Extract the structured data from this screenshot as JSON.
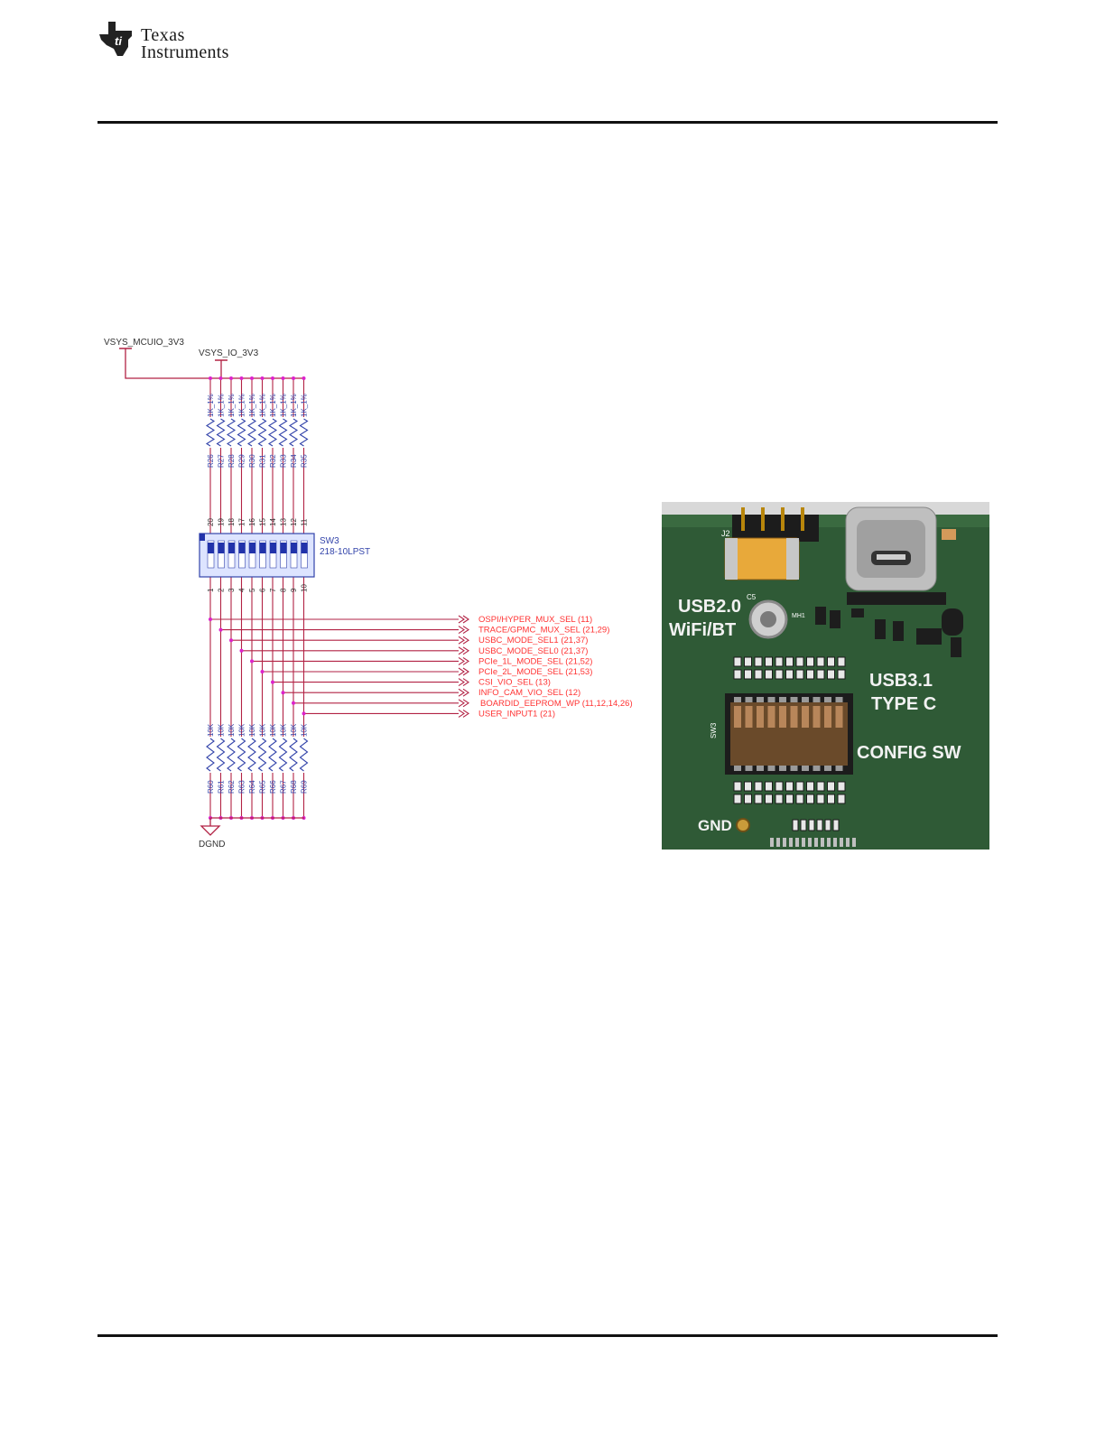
{
  "header": {
    "logo_line1": "Texas",
    "logo_line2": "Instruments"
  },
  "schematic": {
    "power_net_mcu": "VSYS_MCUIO_3V3",
    "power_net_io": "VSYS_IO_3V3",
    "ground_net": "DGND",
    "pullup_values": [
      "1K_1%",
      "1K_1%",
      "1K_1%",
      "1K_1%",
      "1K_1%",
      "1K_1%",
      "1K_1%",
      "1K_1%",
      "1K_1%",
      "1K_1%"
    ],
    "pullup_refs": [
      "R26",
      "R27",
      "R28",
      "R29",
      "R30",
      "R31",
      "R32",
      "R33",
      "R34",
      "R35"
    ],
    "pulldown_values": [
      "10K",
      "10K",
      "10K",
      "10K",
      "10K",
      "10K",
      "10K",
      "10K",
      "10K",
      "10K"
    ],
    "pulldown_refs": [
      "R60",
      "R61",
      "R62",
      "R63",
      "R64",
      "R65",
      "R66",
      "R67",
      "R68",
      "R69"
    ],
    "switch_ref": "SW3",
    "switch_part": "218-10LPST",
    "top_pins": [
      "20",
      "19",
      "18",
      "17",
      "16",
      "15",
      "14",
      "13",
      "12",
      "11"
    ],
    "bottom_pins": [
      "1",
      "2",
      "3",
      "4",
      "5",
      "6",
      "7",
      "8",
      "9",
      "10"
    ],
    "signals": [
      "OSPI/HYPER_MUX_SEL  (11)",
      "TRACE/GPMC_MUX_SEL  (21,29)",
      "USBC_MODE_SEL1  (21,37)",
      "USBC_MODE_SEL0  (21,37)",
      "PCIe_1L_MODE_SEL  (21,52)",
      "PCIe_2L_MODE_SEL  (21,53)",
      "CSI_VIO_SEL  (13)",
      "INFO_CAM_VIO_SEL  (12)",
      "BOARDID_EEPROM_WP  (11,12,14,26)",
      "USER_INPUT1  (21)"
    ]
  },
  "photo": {
    "label_usb2": "USB2.0",
    "label_wifi": "WiFi/BT",
    "label_usb3": "USB3.1",
    "label_typec": "TYPE C",
    "label_config": "CONFIG SW",
    "label_gnd": "GND",
    "label_j2": "J2",
    "label_sw3": "SW3",
    "label_c5": "C5",
    "label_mh1": "MH1"
  },
  "colors": {
    "wire": "#b22244",
    "component": "#3344aa",
    "signal_text": "#ff3333",
    "junction": "#dd22cc",
    "pcb": "#2f5a36"
  }
}
